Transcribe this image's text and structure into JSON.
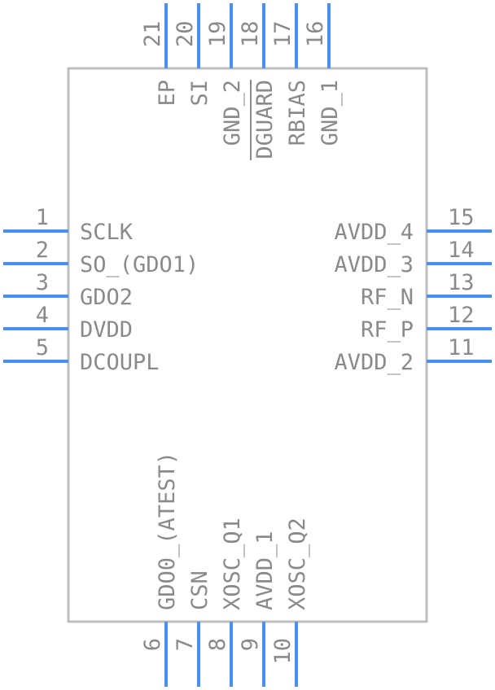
{
  "component": {
    "pins": [
      {
        "number": "1",
        "name": "SCLK",
        "side": "left"
      },
      {
        "number": "2",
        "name": "SO_(GDO1)",
        "side": "left"
      },
      {
        "number": "3",
        "name": "GDO2",
        "side": "left"
      },
      {
        "number": "4",
        "name": "DVDD",
        "side": "left"
      },
      {
        "number": "5",
        "name": "DCOUPL",
        "side": "left"
      },
      {
        "number": "6",
        "name": "GDO0_(ATEST)",
        "side": "bottom"
      },
      {
        "number": "7",
        "name": "CSN",
        "side": "bottom"
      },
      {
        "number": "8",
        "name": "XOSC_Q1",
        "side": "bottom"
      },
      {
        "number": "9",
        "name": "AVDD_1",
        "side": "bottom"
      },
      {
        "number": "10",
        "name": "XOSC_Q2",
        "side": "bottom"
      },
      {
        "number": "11",
        "name": "AVDD_2",
        "side": "right"
      },
      {
        "number": "12",
        "name": "RF_P",
        "side": "right"
      },
      {
        "number": "13",
        "name": "RF_N",
        "side": "right"
      },
      {
        "number": "14",
        "name": "AVDD_3",
        "side": "right"
      },
      {
        "number": "15",
        "name": "AVDD_4",
        "side": "right"
      },
      {
        "number": "16",
        "name": "GND_1",
        "side": "top"
      },
      {
        "number": "17",
        "name": "RBIAS",
        "side": "top"
      },
      {
        "number": "18",
        "name": "DGUARD",
        "side": "top",
        "overbar": true
      },
      {
        "number": "19",
        "name": "GND_2",
        "side": "top"
      },
      {
        "number": "20",
        "name": "SI",
        "side": "top"
      },
      {
        "number": "21",
        "name": "EP",
        "side": "top"
      }
    ]
  },
  "colors": {
    "pin": "#4a8ef0",
    "outline": "#bdbdbd",
    "text": "#8a8a8a"
  }
}
